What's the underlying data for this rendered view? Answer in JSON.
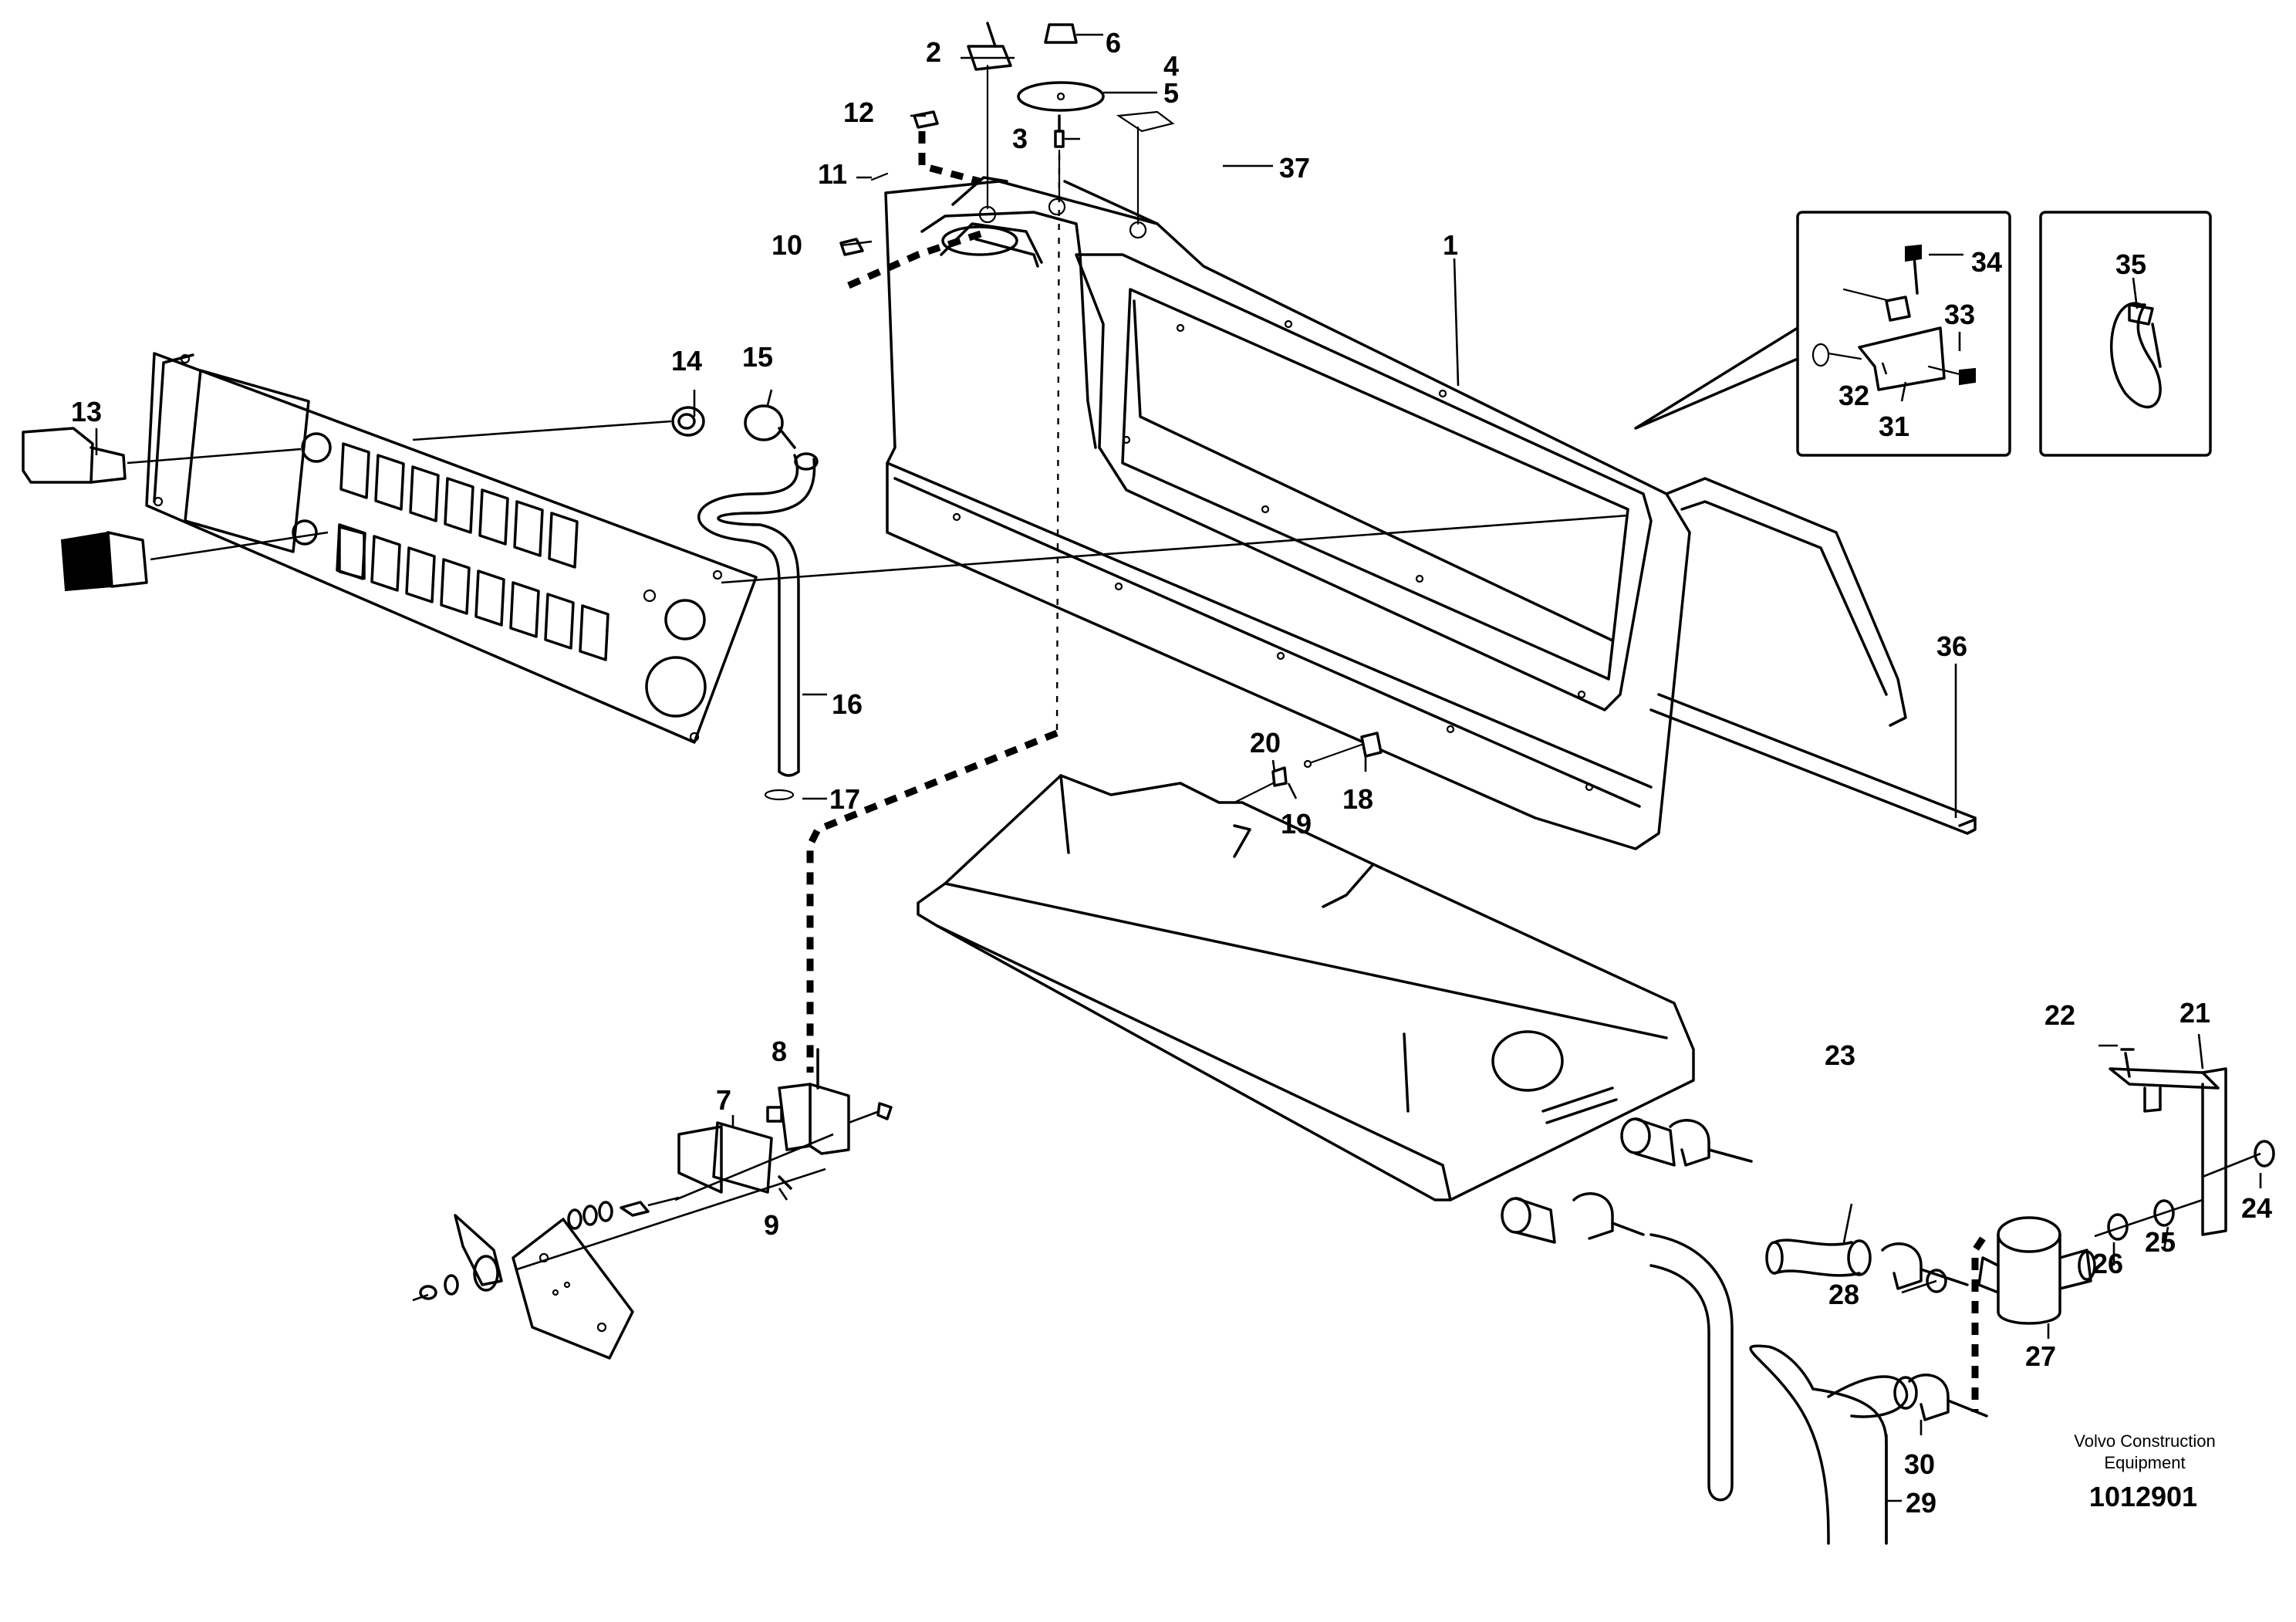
{
  "credit": {
    "line1": "Volvo Construction",
    "line2": "Equipment",
    "doc_number": "1012901"
  },
  "labels": [
    "1",
    "2",
    "3",
    "4",
    "5",
    "6",
    "7",
    "8",
    "9",
    "10",
    "11",
    "12",
    "13",
    "14",
    "15",
    "16",
    "17",
    "18",
    "19",
    "20",
    "21",
    "22",
    "23",
    "24",
    "25",
    "26",
    "27",
    "28",
    "29",
    "30",
    "31",
    "32",
    "33",
    "34",
    "35",
    "36",
    "37"
  ]
}
